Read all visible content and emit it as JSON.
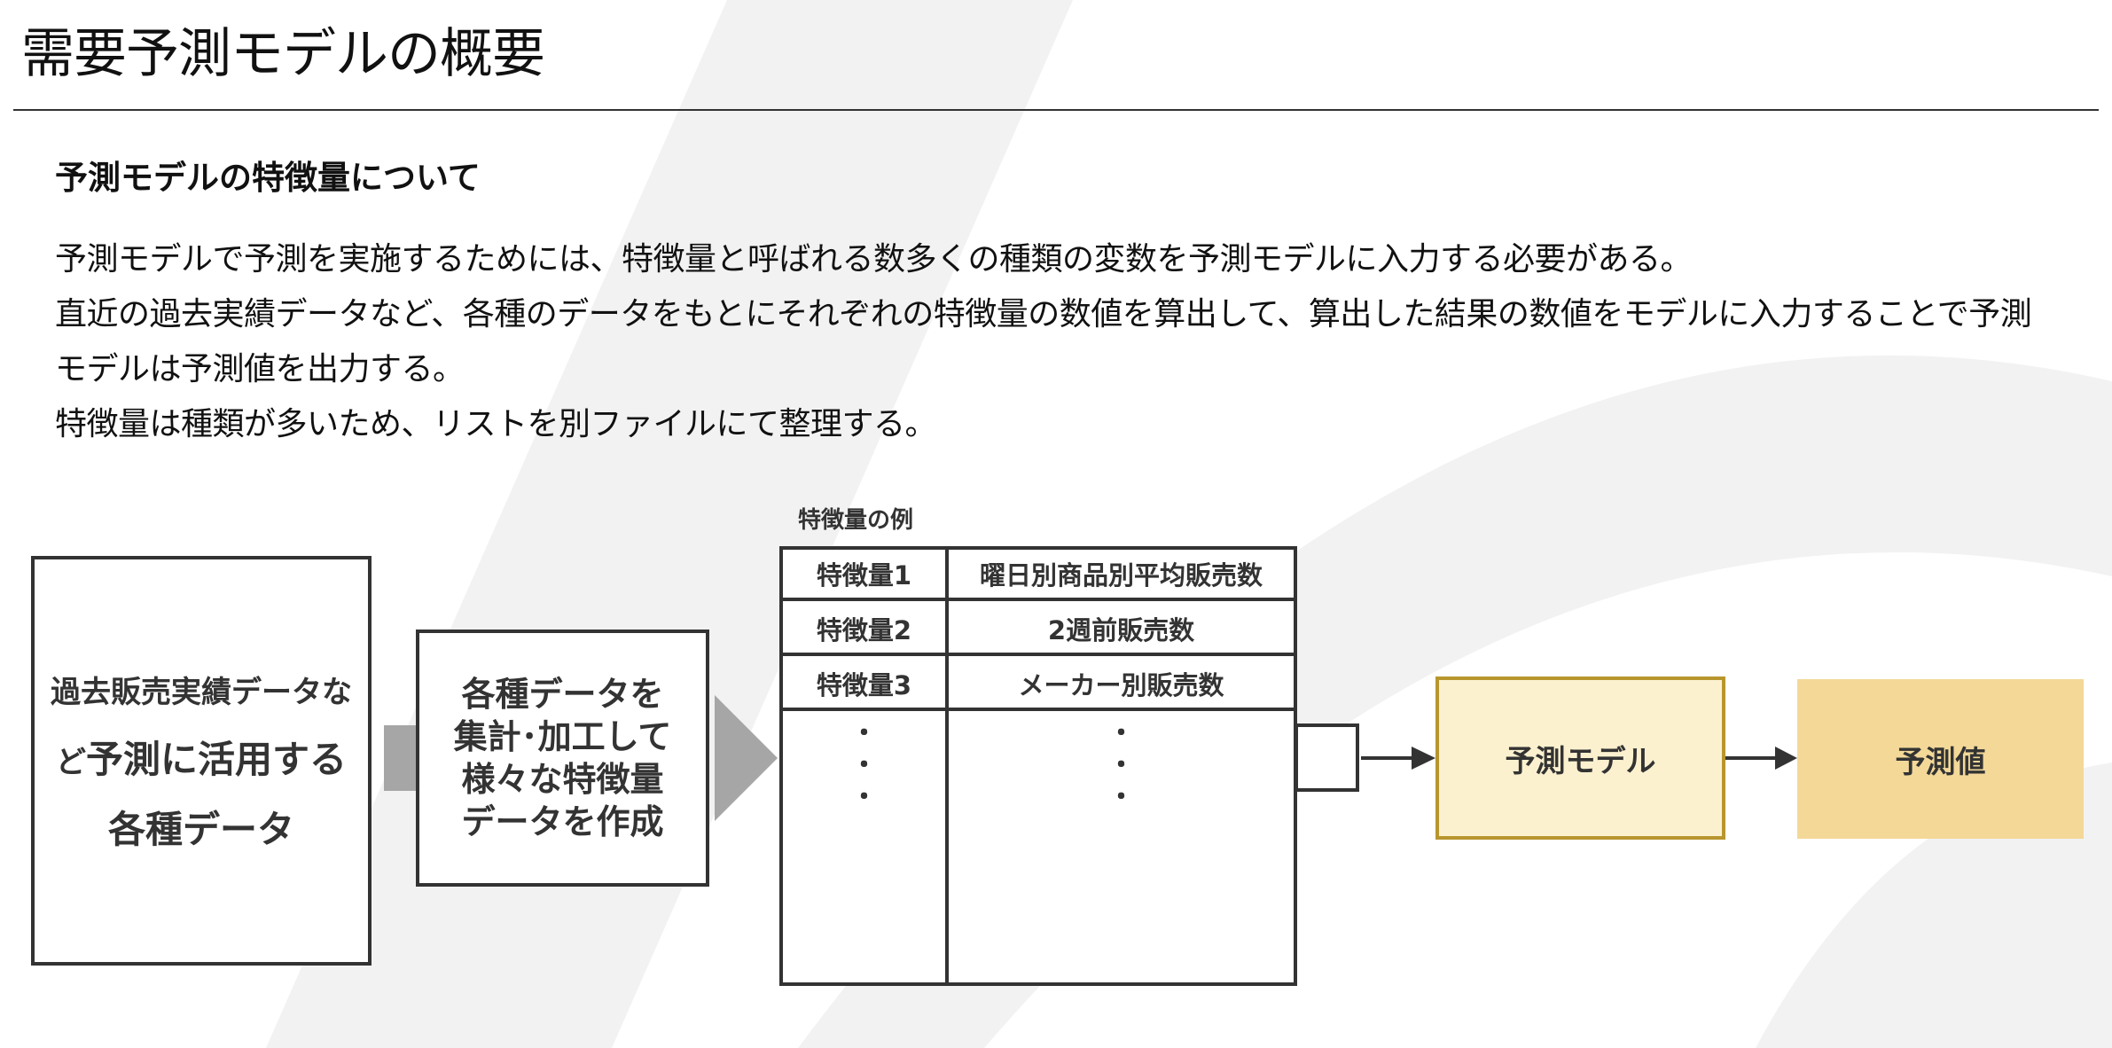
{
  "title": "需要予測モデルの概要",
  "section_heading": "予測モデルの特徴量について",
  "paragraph_lines": [
    "予測モデルで予測を実施するためには、特徴量と呼ばれる数多くの種類の変数を予測モデルに入力する必要がある。",
    "直近の過去実績データなど、各種のデータをもとにそれぞれの特徴量の数値を算出して、算出した結果の数値をモデルに入力することで予測",
    "モデルは予測値を出力する。",
    "特徴量は種類が多いため、リストを別ファイルにて整理する。"
  ],
  "diagram": {
    "source_box": {
      "line1": "過去販売実績データな",
      "line2_small": "ど",
      "line2_big": "予測に活用する",
      "line3": "各種データ"
    },
    "process_box": {
      "lines": [
        "各種データを",
        "集計･加工して",
        "様々な特徴量",
        "データを作成"
      ]
    },
    "features": {
      "caption": "特徴量の例",
      "rows": [
        {
          "name": "特徴量1",
          "desc": "曜日別商品別平均販売数"
        },
        {
          "name": "特徴量2",
          "desc": "2週前販売数"
        },
        {
          "name": "特徴量3",
          "desc": "メーカー別販売数"
        }
      ],
      "ellipsis": "・\n・\n・"
    },
    "model_label": "予測モデル",
    "result_label": "予測値"
  },
  "colors": {
    "text": "#111111",
    "border": "#333333",
    "background_arc": "#f2f2f2",
    "gray_arrow": "#a6a6a6",
    "model_fill": "#fcf1cf",
    "model_border": "#b8962e",
    "result_fill": "#f3d898"
  }
}
